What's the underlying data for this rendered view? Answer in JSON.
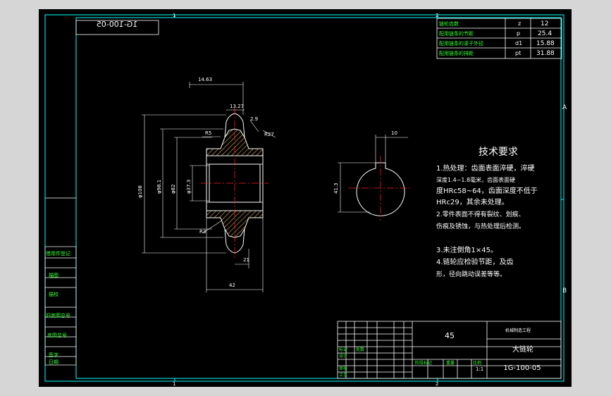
{
  "colors": {
    "background": "#000000",
    "frame": "#00ffff",
    "part": "#ffffff",
    "center_line": "#ff2020",
    "hatch": "#e0b050",
    "dimension": "#00ff00",
    "text": "#ffffff",
    "text_green": "#33ff33"
  },
  "border": {
    "top_zone_1": "1",
    "top_zone_2": "2",
    "bottom_zone_1": "1",
    "bottom_zone_2": "2",
    "right_zone_a": "A",
    "right_zone_b": "B"
  },
  "drawing_no_mirror": "1G-100-05",
  "params_table": {
    "rows": [
      {
        "name": "链轮齿数",
        "symbol": "z",
        "value": "12"
      },
      {
        "name": "配用链条的节距",
        "symbol": "p",
        "value": "25.4"
      },
      {
        "name": "配用链条的滚子外径",
        "symbol": "d1",
        "value": "15.88"
      },
      {
        "name": "配用链条的排距",
        "symbol": "pt",
        "value": "31.88"
      }
    ]
  },
  "section_view": {
    "dims": {
      "top_width": "14.63",
      "tooth_gap": "13.27",
      "chamfer": "2.9",
      "radius_27": "R27",
      "radius_5": "R5",
      "outer_dia": "φ108",
      "root_dia": "φ98.1",
      "hub_dia": "φ82",
      "bore_dia": "φ37.3",
      "radius_3": "R3",
      "hub_len": "21",
      "total_len": "42"
    }
  },
  "end_view": {
    "dims": {
      "keyway_width": "10",
      "keyway_depth": "41.3"
    }
  },
  "tech_requirements": {
    "title": "技术要求",
    "lines": [
      "1.热处理：齿面表面淬硬，淬硬",
      "深度1.4~1.8毫米，齿面表面硬",
      "度HRc58~64，齿面深度不低于",
      "HRc29，其余未处理。",
      "2.零件表面不得有裂纹、划痕、",
      "伤痕及锈蚀，与热处理后检测。",
      "3.未注倒角1×45。",
      "4.链轮应检验节距，及齿",
      "形，径向跳动误差等等。"
    ]
  },
  "left_strip": {
    "labels": [
      "借用件登记",
      "描图",
      "描校",
      "旧底图总号",
      "底图总号",
      "签字",
      "日期"
    ]
  },
  "title_block": {
    "material": "45",
    "company": "机械制造工程",
    "part_name": "大链轮",
    "drawing_no": "1G-100-05",
    "stage_label": "阶段标记",
    "weight_label": "重量",
    "scale_label": "比例",
    "scale_value": "1:1",
    "row_labels": [
      "标记",
      "处数",
      "设计",
      "审核",
      "工艺"
    ]
  }
}
